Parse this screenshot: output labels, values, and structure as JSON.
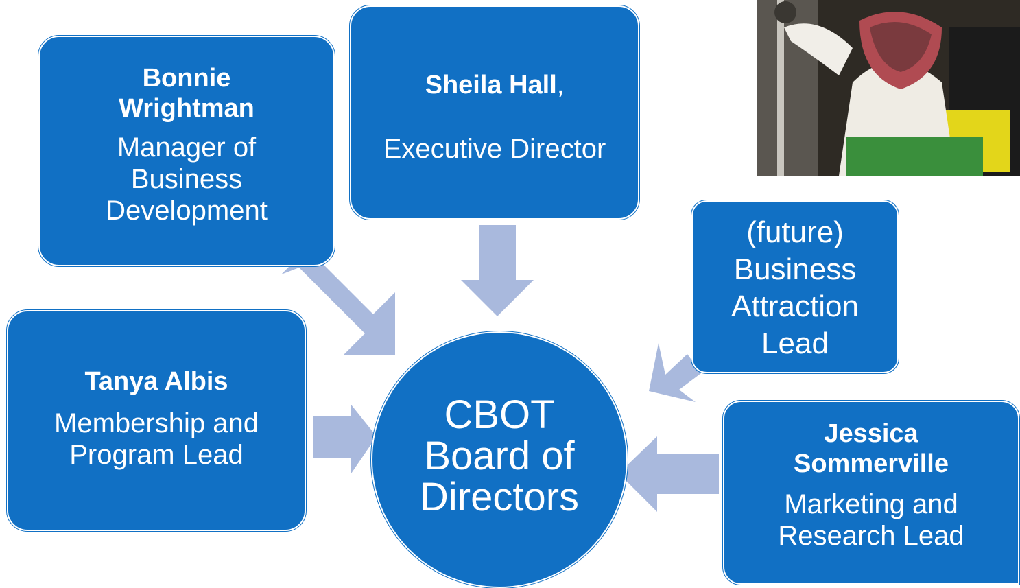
{
  "center": {
    "line1": "CBOT",
    "line2": "Board of",
    "line3": "Directors"
  },
  "boxes": {
    "bonnie": {
      "name_line1": "Bonnie",
      "name_line2": "Wrightman",
      "role_line1": "Manager of",
      "role_line2": "Business",
      "role_line3": "Development"
    },
    "sheila": {
      "name": "Sheila Hall",
      "name_suffix": ",",
      "role": "Executive Director"
    },
    "tanya": {
      "name": "Tanya Albis",
      "role_line1": "Membership and",
      "role_line2": "Program Lead"
    },
    "future": {
      "line1": "(future)",
      "line2": "Business",
      "line3": "Attraction",
      "line4": "Lead"
    },
    "jessica": {
      "name_line1": "Jessica",
      "name_line2": "Sommerville",
      "role_line1": "Marketing and",
      "role_line2": "Research Lead"
    }
  },
  "colors": {
    "box_fill": "#1170c4",
    "arrow_fill": "#a9b9dd",
    "text": "#ffffff"
  }
}
